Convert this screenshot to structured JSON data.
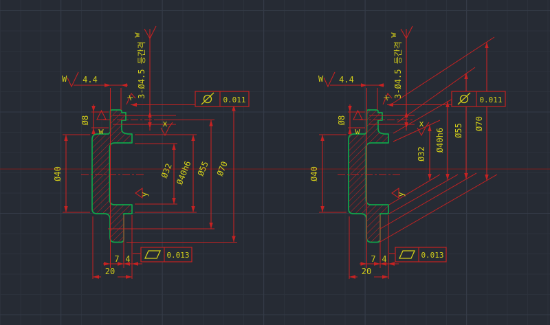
{
  "colors": {
    "background": "#262b34",
    "grid_minor": "#2c323c",
    "grid_major": "#343b47",
    "geometry_green": "#0fa64b",
    "dimension_red": "#c62222",
    "annotation_yellow": "#d4cf1a",
    "construction_line_red": "#7d1d1d"
  },
  "labels": {
    "dim_boss_width": "4.4",
    "note_holes": "3-Ø4.5 등간격",
    "dia_8": "Ø8",
    "dia_40": "Ø40",
    "dia_32": "Ø32",
    "dia_40h6": "Ø40h6",
    "dia_55": "Ø55",
    "dia_70": "Ø70",
    "dim_stem": "7",
    "dim_step": "4",
    "dim_overall": "20",
    "finish_W": "W",
    "finish_w": "w",
    "datum_x": "x",
    "datum_y": "y"
  },
  "frames": {
    "circular_runout": {
      "symbol_name": "circular-runout-icon",
      "tolerance": "0.011"
    },
    "flatness": {
      "symbol_name": "flatness-icon",
      "tolerance": "0.013"
    }
  }
}
